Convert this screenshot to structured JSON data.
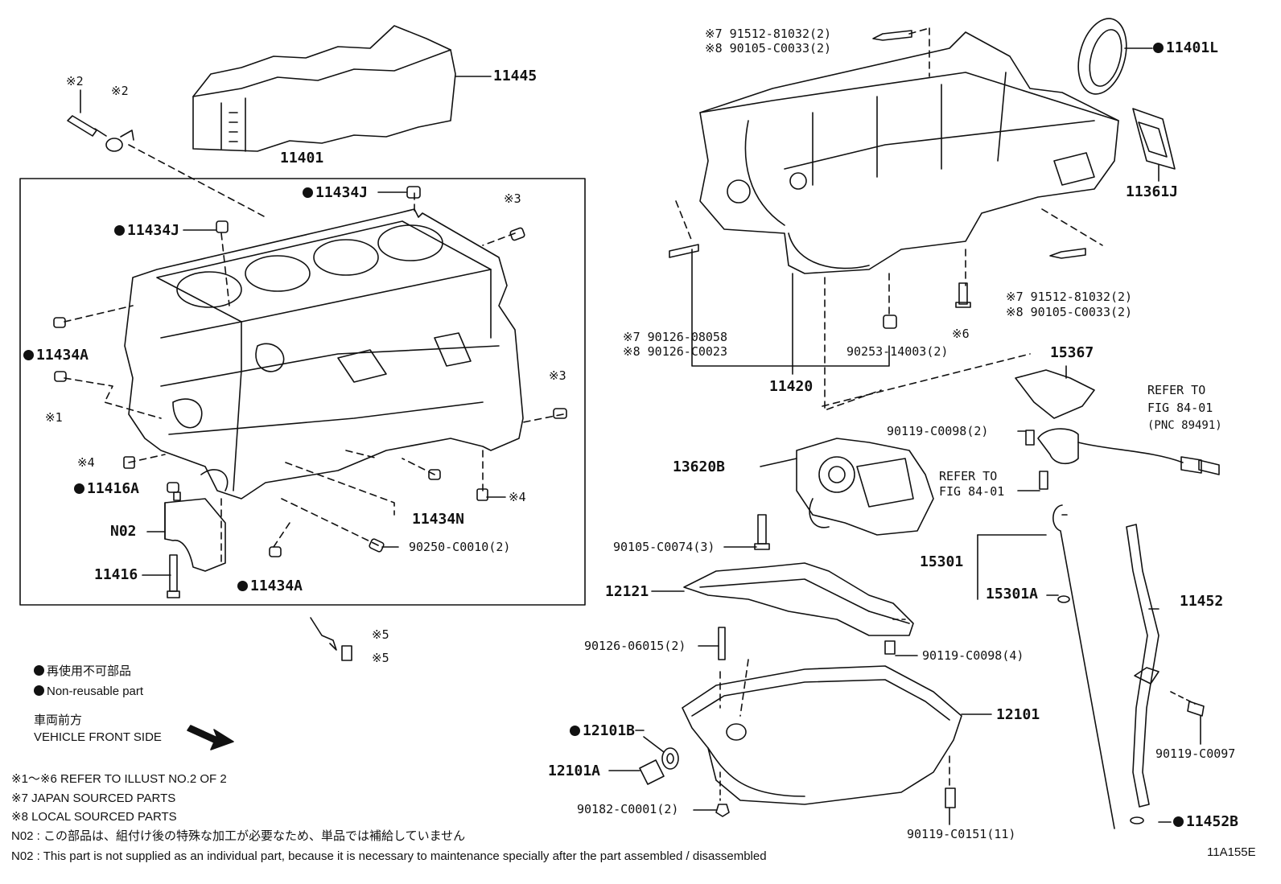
{
  "diagram": {
    "code": "11A155E",
    "watermark": "",
    "parts": {
      "p11445": "11445",
      "p11401": "11401",
      "p11434J_a": "11434J",
      "p11434J_b": "11434J",
      "p11434A_a": "11434A",
      "p11434A_b": "11434A",
      "p11416A": "11416A",
      "p11416": "11416",
      "pN02": "N02",
      "p11434N": "11434N",
      "p90250": "90250-C0010(2)",
      "p11401L": "11401L",
      "p11361J": "11361J",
      "p11420": "11420",
      "p90253": "90253-14003(2)",
      "p15367": "15367",
      "p13620B": "13620B",
      "p90119_2": "90119-C0098(2)",
      "p90105_3": "90105-C0074(3)",
      "p15301": "15301",
      "p15301A": "15301A",
      "p11452": "11452",
      "p12121": "12121",
      "p90126_2": "90126-06015(2)",
      "p90119_4": "90119-C0098(4)",
      "p12101": "12101",
      "p12101B": "12101B",
      "p12101A": "12101A",
      "p90182": "90182-C0001(2)",
      "p90119_11": "90119-C0151(11)",
      "p90119_97": "90119-C0097",
      "p11452B": "11452B"
    },
    "marks": {
      "m2a": "※2",
      "m2b": "※2",
      "m3a": "※3",
      "m3b": "※3",
      "m1": "※1",
      "m4a": "※4",
      "m4b": "※4",
      "m5a": "※5",
      "m5b": "※5",
      "m6": "※6"
    },
    "multi": {
      "top_a": "※7  91512-81032(2)",
      "top_b": "※8  90105-C0033(2)",
      "right_a": "※7  91512-81032(2)",
      "right_b": "※8  90105-C0033(2)",
      "stud_a": "※7 90126-08058",
      "stud_b": "※8 90126-C0023",
      "ref1_a": "REFER TO",
      "ref1_b": "FIG 84-01",
      "ref1_c": "(PNC 89491)",
      "ref2_a": "REFER TO",
      "ref2_b": "FIG 84-01"
    },
    "legend": {
      "jp_nonreusable": "再使用不可部品",
      "en_nonreusable": "Non-reusable part",
      "jp_front": "車両前方",
      "en_front": "VEHICLE FRONT SIDE",
      "note1": "※1～※6  REFER TO ILLUST NO.2 OF 2",
      "note7": "※7 JAPAN SOURCED PARTS",
      "note8": "※8 LOCAL SOURCED PARTS",
      "n02_jp": "N02 : この部品は、組付け後の特殊な加工が必要なため、単品では補給していません",
      "n02_en": "N02 : This part is not supplied as an individual part, because it is necessary to maintenance specially after the part assembled / disassembled"
    }
  }
}
